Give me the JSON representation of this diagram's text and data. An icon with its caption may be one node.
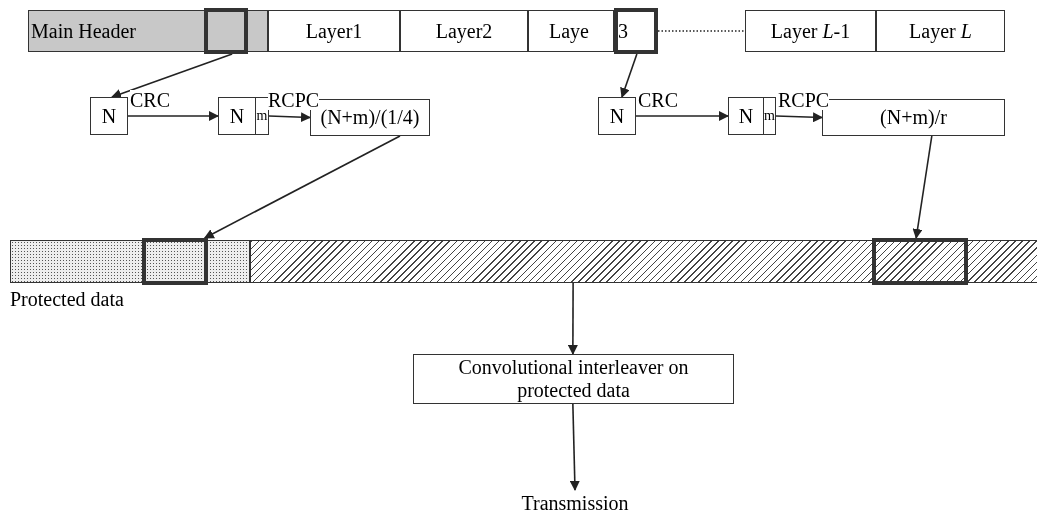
{
  "diagram": {
    "nodes": [
      {
        "text": [
          "Main Header"
        ]
      },
      {
        "text": [],
        "shape": "box",
        "in": 0
      },
      {
        "text": [
          "Layer1"
        ]
      },
      {
        "text": [
          "Layer2"
        ]
      },
      {
        "text": [
          "Laye"
        ]
      },
      {
        "text": [
          "3"
        ]
      },
      {
        "text": [
          "Layer *L*-1"
        ]
      },
      {
        "text": [
          "Layer *L*"
        ]
      },
      {
        "text": [
          "N"
        ]
      },
      {
        "text": [
          "N"
        ]
      },
      {
        "text": [
          "m"
        ]
      },
      {
        "text": [
          "(N+m)/(1/4)"
        ]
      },
      {
        "text": [
          "N"
        ]
      },
      {
        "text": [
          "N"
        ]
      },
      {
        "text": [
          "m"
        ]
      },
      {
        "text": [
          "(N+m)/r"
        ]
      },
      {
        "text": [],
        "shape": "bar",
        "beside": [
          "Protected data"
        ]
      },
      {
        "text": [],
        "shape": "box",
        "in": 16
      },
      {
        "text": [],
        "shape": "bar"
      },
      {
        "text": [],
        "shape": "box",
        "in": 18
      },
      {
        "text": [
          "Convolutional interleaver on protected data"
        ]
      },
      {
        "text": [
          "Transmission"
        ]
      }
    ],
    "edges": [
      {
        "from": 1,
        "to": 8,
        "arrow": "to"
      },
      {
        "from": 5,
        "to": 6,
        "arrow": "none",
        "style": "dashed"
      },
      {
        "from": 5,
        "to": 12,
        "arrow": "to"
      },
      {
        "from": 8,
        "to": 9,
        "arrow": "to",
        "label": "CRC"
      },
      {
        "from": 10,
        "to": 11,
        "arrow": "to",
        "label": "RCPC"
      },
      {
        "from": 12,
        "to": 13,
        "arrow": "to",
        "label": "CRC"
      },
      {
        "from": 14,
        "to": 15,
        "arrow": "to",
        "label": "RCPC"
      },
      {
        "from": 11,
        "to": 17,
        "arrow": "to"
      },
      {
        "from": 15,
        "to": 19,
        "arrow": "to"
      },
      {
        "from": 18,
        "to": 20,
        "arrow": "to"
      },
      {
        "from": 20,
        "to": 21,
        "arrow": "to"
      }
    ]
  }
}
